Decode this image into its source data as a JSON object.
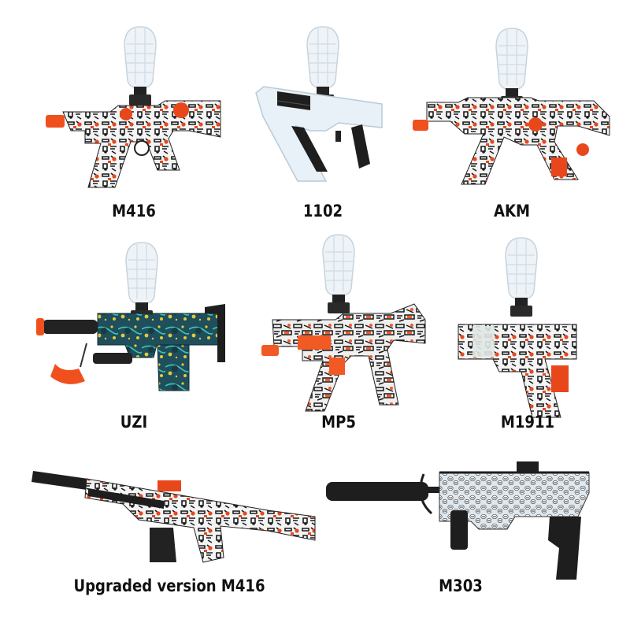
{
  "catalog": {
    "products": [
      {
        "name": "M416",
        "finish": "graffiti-red",
        "accessory": "gel-ball-hopper"
      },
      {
        "name": "1102",
        "finish": "white-black",
        "accessory": "gel-ball-hopper"
      },
      {
        "name": "AKM",
        "finish": "graffiti-red",
        "accessory": "gel-ball-hopper"
      },
      {
        "name": "UZI",
        "finish": "teal-splatter",
        "accessory": "gel-ball-hopper"
      },
      {
        "name": "MP5",
        "finish": "graffiti-orange",
        "accessory": "gel-ball-hopper"
      },
      {
        "name": "M1911",
        "finish": "graffiti-red",
        "accessory": "gel-ball-hopper"
      },
      {
        "name": "Upgraded version M416",
        "finish": "graffiti-red",
        "accessory": "drum-magazine"
      },
      {
        "name": "M303",
        "finish": "skull-print",
        "accessory": "suppressor"
      }
    ]
  },
  "colors": {
    "background": "#ffffff",
    "label": "#111111",
    "accent_orange": "#f0501e",
    "black_part": "#1e1e1e",
    "hopper": "#eef3f8",
    "teal": "#1f4f5c",
    "splatter_yellow": "#e5c93a",
    "white_body": "#e8f1f7"
  }
}
